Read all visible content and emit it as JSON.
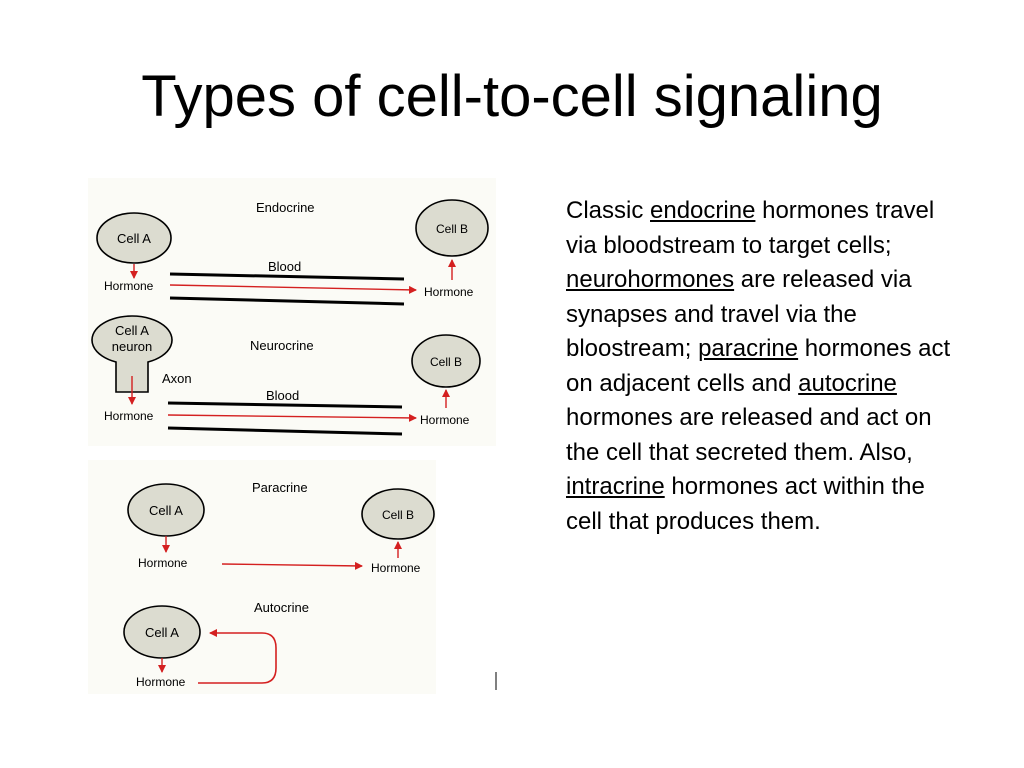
{
  "slide": {
    "title": "Types of cell-to-cell signaling"
  },
  "diagram": {
    "panels": {
      "endocrine": {
        "heading": "Endocrine",
        "cell_a": "Cell A",
        "cell_b": "Cell B",
        "hormone_left": "Hormone",
        "hormone_right": "Hormone",
        "blood": "Blood"
      },
      "neurocrine": {
        "heading": "Neurocrine",
        "cell_a_line1": "Cell A",
        "cell_a_line2": "neuron",
        "axon": "Axon",
        "cell_b": "Cell B",
        "hormone_left": "Hormone",
        "hormone_right": "Hormone",
        "blood": "Blood"
      },
      "paracrine": {
        "heading": "Paracrine",
        "cell_a": "Cell A",
        "cell_b": "Cell B",
        "hormone_left": "Hormone",
        "hormone_right": "Hormone"
      },
      "autocrine": {
        "heading": "Autocrine",
        "cell_a": "Cell A",
        "hormone": "Hormone"
      }
    },
    "colors": {
      "cell_fill": "#dcdcd0",
      "arrow": "#d42020",
      "line": "#000000",
      "panel_bg": "#fbfbf6"
    }
  },
  "body": {
    "parts": [
      "Classic ",
      "endocrine",
      " hormones travel via bloodstream to target cells; ",
      "neurohormones",
      " are released via synapses and travel via the bloostream; ",
      "paracrine",
      " hormones act on adjacent cells and ",
      "autocrine",
      " hormones are released and act on the cell that secreted them. Also, ",
      "intracrine",
      " hormones act within the cell that produces them."
    ]
  }
}
